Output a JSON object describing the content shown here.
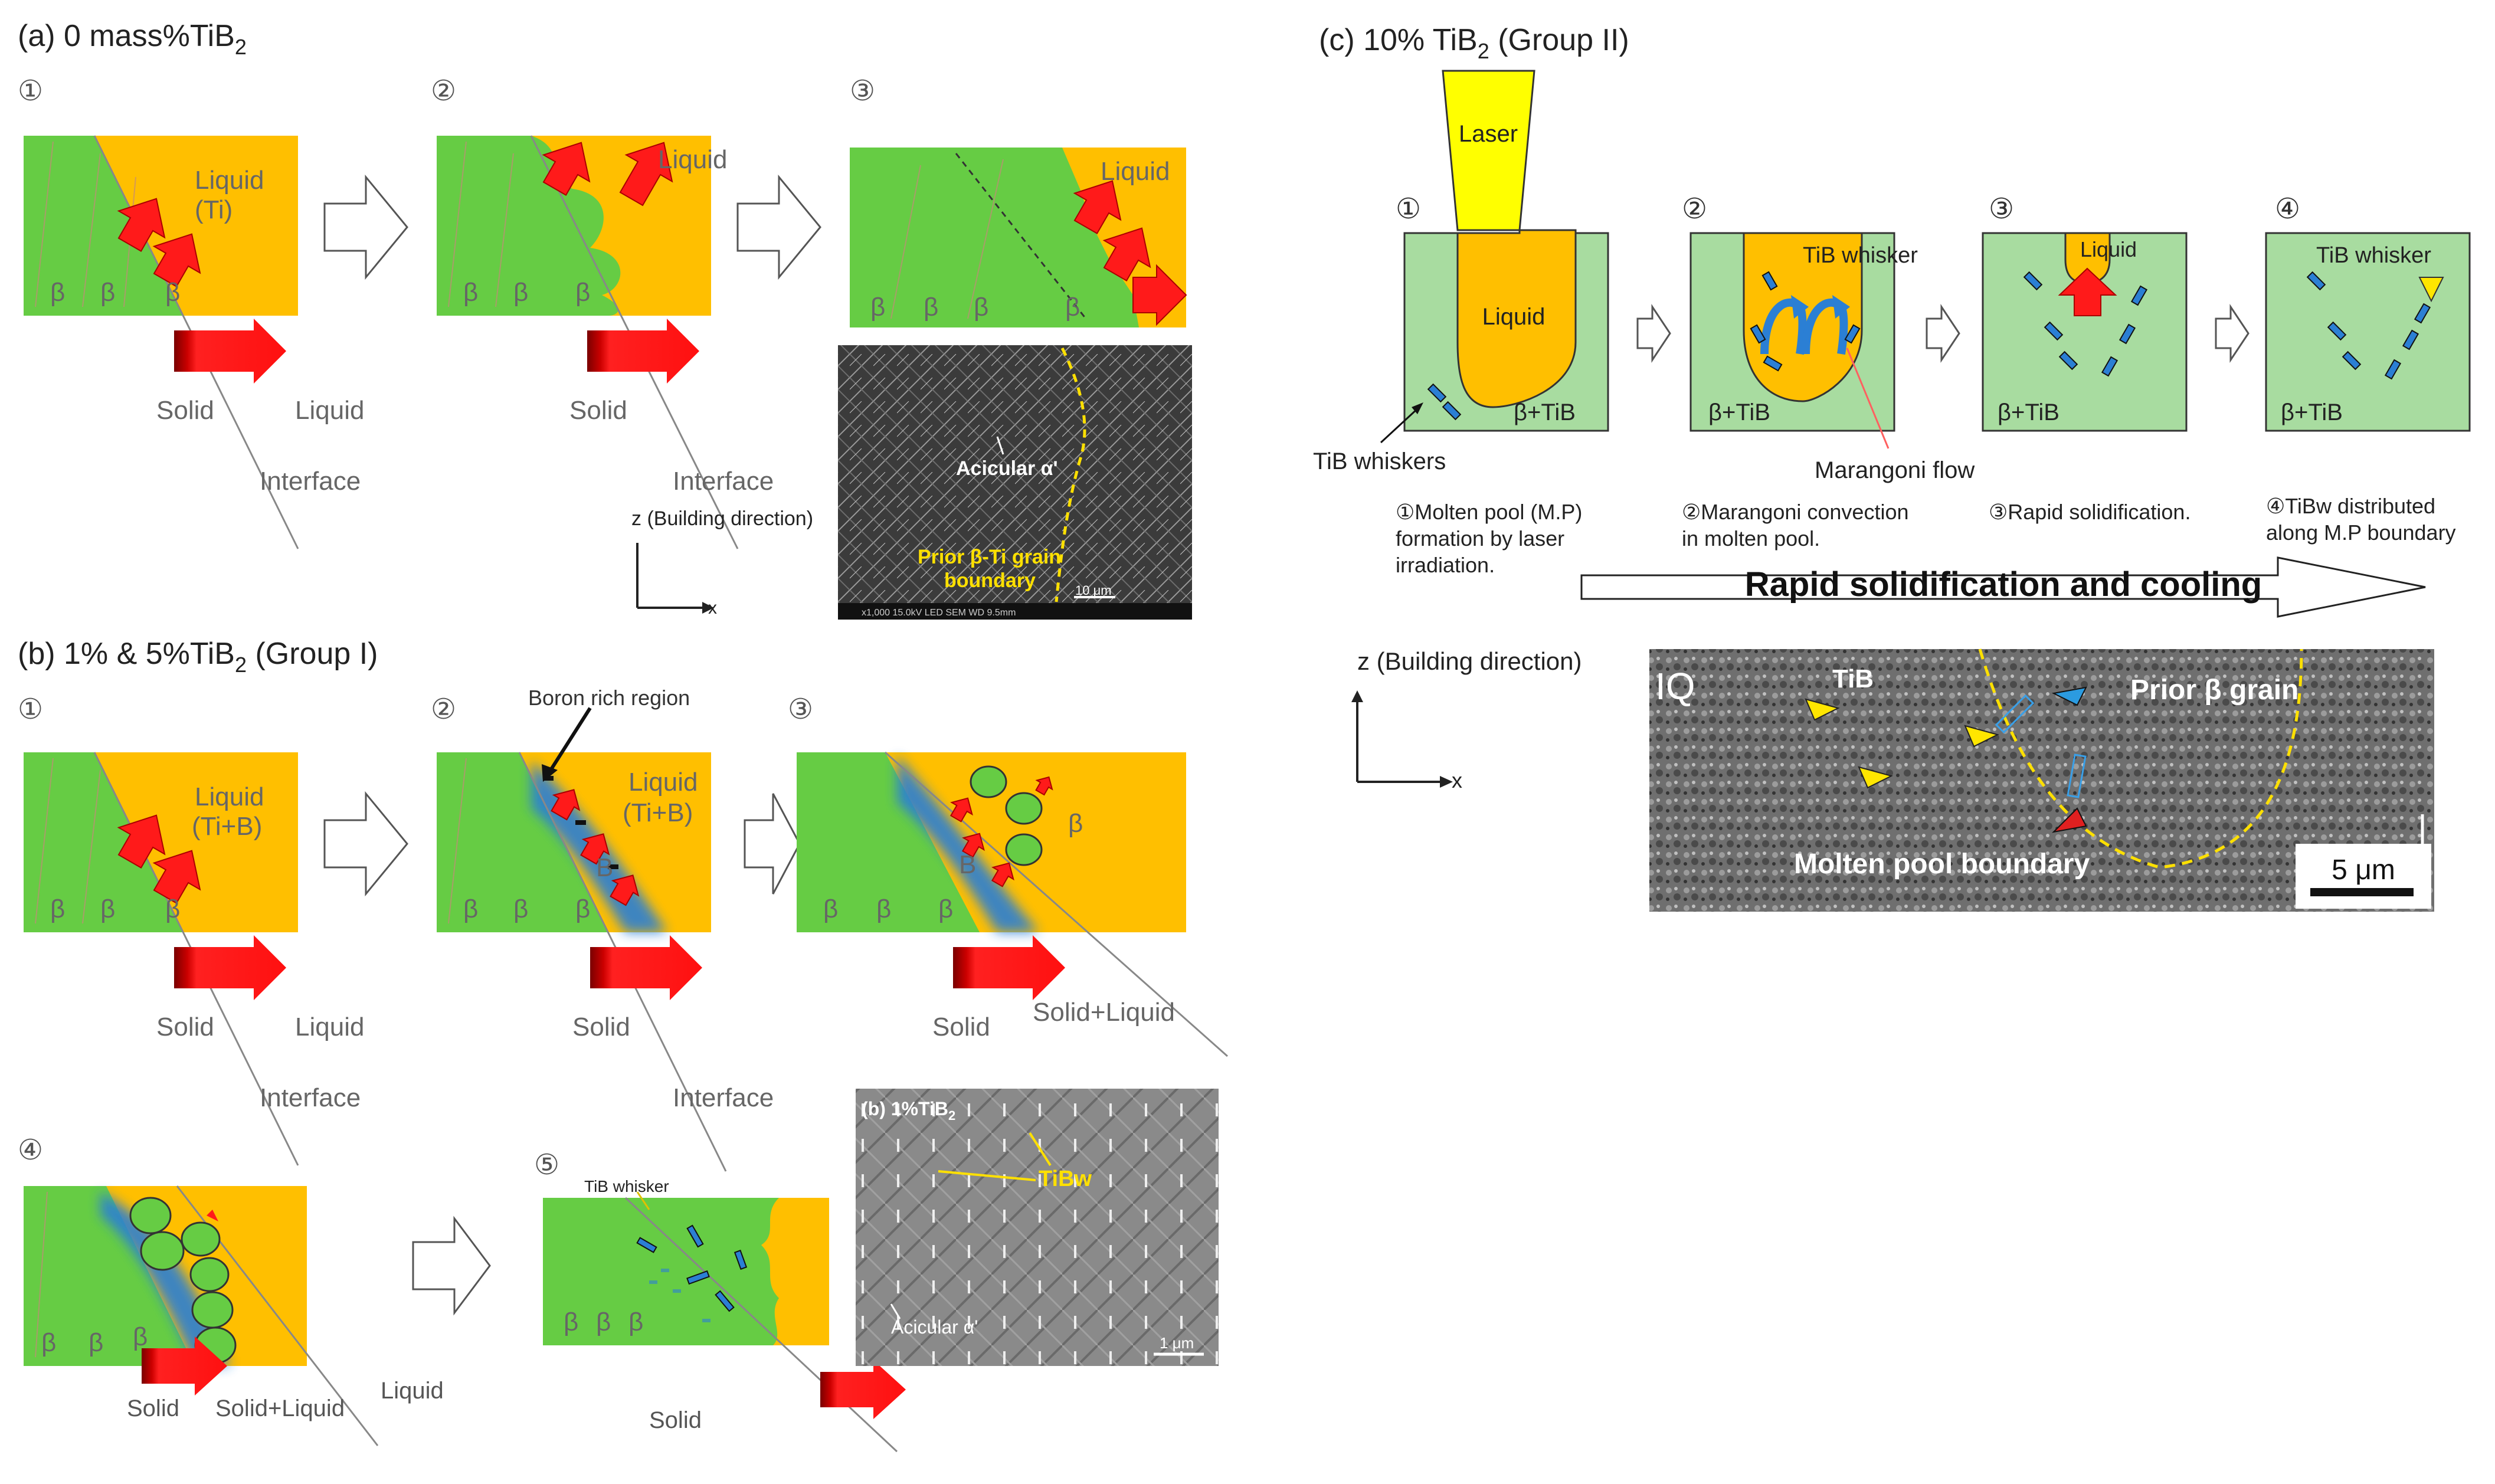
{
  "panel_a": {
    "title": "(a) 0 mass%TiB",
    "title_sub": "2",
    "steps": [
      "①",
      "②",
      "③"
    ],
    "liquid": "Liquid",
    "liquid_ti": "(Ti)",
    "beta": "β",
    "solid": "Solid",
    "interface": "Interface",
    "axis_z": "z (Building direction)",
    "axis_x": "x",
    "micro": {
      "acicular": "Acicular α'",
      "prior_line1": "Prior β-Ti grain",
      "prior_line2": "boundary",
      "scale": "10 μm",
      "footer": "x1,000    15.0kV LED    SEM    WD 9.5mm"
    }
  },
  "panel_b": {
    "title": "(b) 1% & 5%TiB",
    "title_sub": "2",
    "title_tail": " (Group I)",
    "steps": [
      "①",
      "②",
      "③",
      "④",
      "⑤"
    ],
    "liquid": "Liquid",
    "liquid_tib": "(Ti+B)",
    "boron": "Boron rich region",
    "b_label": "B",
    "beta": "β",
    "solid": "Solid",
    "solid_liquid": "Solid+Liquid",
    "interface": "Interface",
    "tib_whisker": "TiB whisker",
    "micro": {
      "tag": "(b) 1%TiB",
      "tag_sub": "2",
      "tibw": "TiBw",
      "acicular": "Acicular α'",
      "scale": "1 μm"
    }
  },
  "panel_c": {
    "title": "(c) 10% TiB",
    "title_sub": "2",
    "title_tail": " (Group II)",
    "laser": "Laser",
    "steps": [
      "①",
      "②",
      "③",
      "④"
    ],
    "liquid": "Liquid",
    "beta_tib": "β+TiB",
    "tib_whisker": "TiB whisker",
    "tib_whiskers": "TiB whiskers",
    "marangoni": "Marangoni flow",
    "captions": [
      [
        "①Molten pool (M.P)",
        "formation by laser",
        "irradiation."
      ],
      [
        "②Marangoni convection",
        "in molten pool."
      ],
      [
        "③Rapid solidification."
      ],
      [
        "④TiBw distributed",
        "along M.P boundary"
      ]
    ],
    "banner": "Rapid solidification and cooling",
    "axis_z": "z (Building direction)",
    "axis_x": "x",
    "micro": {
      "iq": "IQ",
      "tib": "TiB",
      "prior": "Prior β grain",
      "boundary": "Molten pool boundary",
      "scale": "5 μm"
    }
  },
  "colors": {
    "solid_green": "#66cc44",
    "liquid_orange": "#ffbf00",
    "arrow_red": "#ff1a1a",
    "tib_blue": "#2b7fd4",
    "light_green": "#a8dca0",
    "laser_yellow": "#ffff00"
  }
}
